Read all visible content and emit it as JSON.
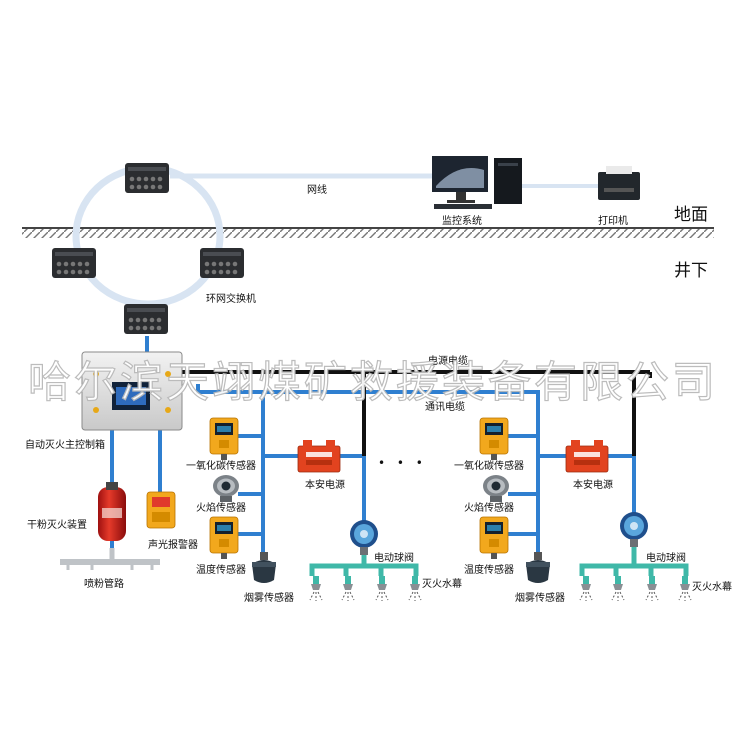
{
  "labels": {
    "network_cable": "网线",
    "monitoring_system": "监控系统",
    "printer": "打印机",
    "surface": "地面",
    "underground": "井下",
    "ring_switch": "环网交换机",
    "power_cable": "电源电缆",
    "comm_cable": "通讯电缆",
    "main_controller": "自动灭火主控制箱",
    "co_sensor": "一氧化碳传感器",
    "flame_sensor": "火焰传感器",
    "temp_sensor": "温度传感器",
    "smoke_sensor": "烟雾传感器",
    "safety_power": "本安电源",
    "ball_valve": "电动球阀",
    "water_curtain": "灭火水幕",
    "dry_powder": "干粉灭火装置",
    "alarm": "声光报警器",
    "powder_pipe": "喷粉管路",
    "ellipsis": "• • •"
  },
  "watermark": "哈尔滨天翊煤矿救援装备有限公司",
  "colors": {
    "cable_blue": "#2f7fd0",
    "ring": "#d8e4f2",
    "power_black": "#111111",
    "pipe_teal": "#3fb8a8",
    "sensor_yellow": "#f2a81d",
    "power_red": "#e2431f",
    "alarm_red": "#e03a2c"
  }
}
